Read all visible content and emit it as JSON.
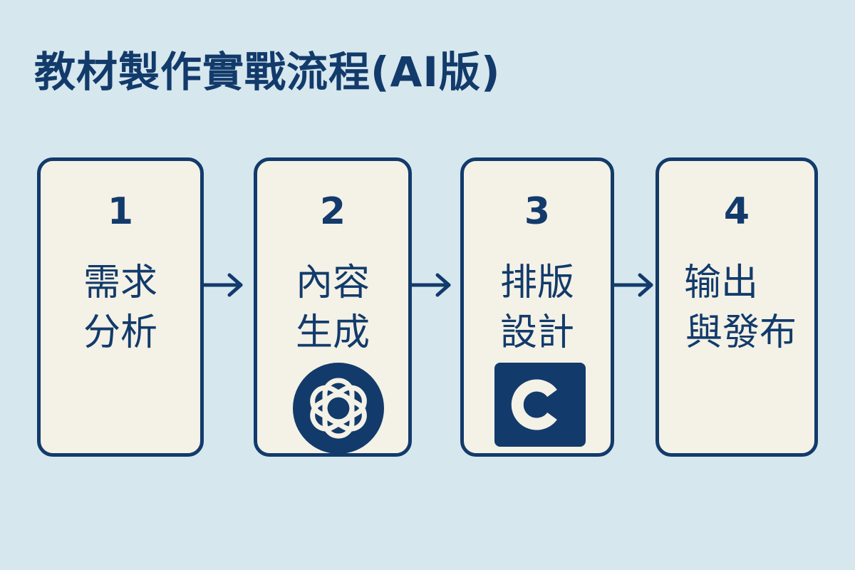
{
  "title": "教材製作實戰流程(AI版)",
  "steps": [
    {
      "number": "1",
      "label_lines": [
        "需求",
        "分析"
      ],
      "icon": ""
    },
    {
      "number": "2",
      "label_lines": [
        "內容",
        "生成"
      ],
      "icon": "openai-logo-icon"
    },
    {
      "number": "3",
      "label_lines": [
        "排版",
        "設計"
      ],
      "icon": "canva-logo-icon"
    },
    {
      "number": "4",
      "label_lines": [
        "输出",
        "與發布"
      ],
      "icon": ""
    }
  ],
  "colors": {
    "background": "#d7e7ee",
    "card_fill": "#f4f1e6",
    "accent": "#123b6b"
  }
}
